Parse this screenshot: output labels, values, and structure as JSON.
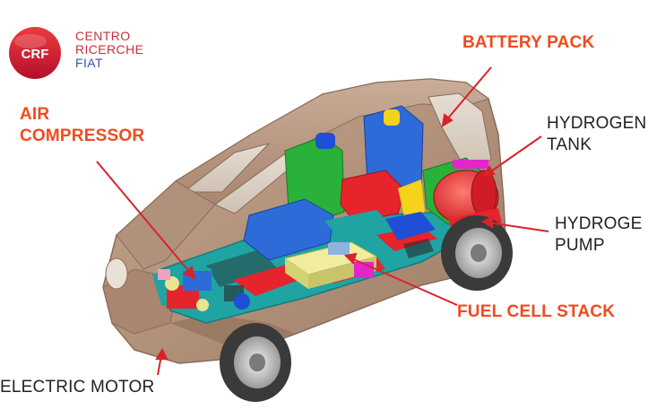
{
  "logo": {
    "mark": "CRF",
    "lines": [
      "CENTRO",
      "RICERCHE",
      "FIAT"
    ],
    "colors": {
      "mark_top": "#ef3b3f",
      "mark_bottom": "#b30f2b",
      "line1": "#c8323b",
      "line2": "#c8323b",
      "line3": "#3b58a6"
    }
  },
  "callouts": {
    "battery_pack": {
      "lines": [
        "BATTERY PACK"
      ]
    },
    "air_compressor": {
      "lines": [
        "AIR",
        "COMPRESSOR"
      ]
    },
    "hydrogen_tank": {
      "lines": [
        "HYDROGEN",
        "TANK"
      ]
    },
    "hydrogen_pump": {
      "lines": [
        "HYDROGE",
        "PUMP"
      ]
    },
    "fuel_cell_stack": {
      "lines": [
        "FUEL CELL STACK"
      ]
    },
    "electric_motor": {
      "lines": [
        "ELECTRIC MOTOR"
      ]
    }
  },
  "colors": {
    "accent_label": "#f24a1d",
    "body_label": "#222222",
    "leader_line": "#d8232a",
    "car_body": "#b8977f",
    "platform": "#1fa3a3",
    "seat_green": "#29b13a",
    "seat_blue": "#1f4fd6",
    "seat_red": "#e5242b",
    "fuel_cell": "#e8e58e",
    "tire": "#3a3a3a"
  }
}
